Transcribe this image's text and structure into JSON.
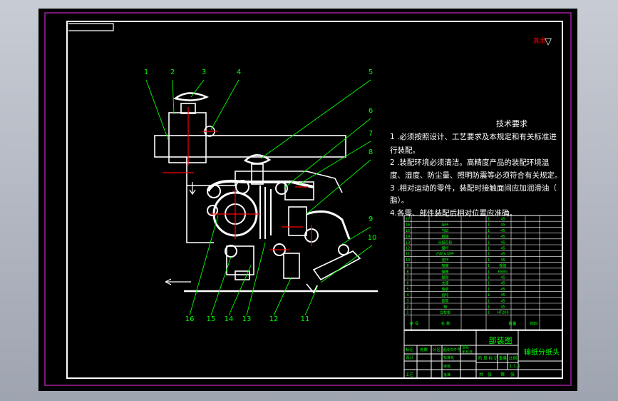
{
  "colors": {
    "background": "#000000",
    "frame": "#ffffff",
    "outer_border": "#a020a0",
    "leader": "#00ff00",
    "center_line": "#ff0000",
    "tech_text": "#ffffff",
    "title_text": "#00ff00",
    "table_text": "#00ff00"
  },
  "roughness": {
    "label": "其余",
    "symbol": "▽"
  },
  "callouts": [
    "1",
    "2",
    "3",
    "4",
    "5",
    "6",
    "7",
    "8",
    "9",
    "10",
    "11",
    "12",
    "13",
    "14",
    "15",
    "16"
  ],
  "tech_requirements": {
    "title": "技术要求",
    "lines": [
      "1 .必须按照设计、工艺要求及本规定和有关标准进",
      "行装配。",
      "2 .装配环境必须清洁。高精度产品的装配环境温",
      "度、湿度、防尘量、照明防震等必须符合有关规定。",
      "3 .相对运动的零件，装配时接触面间应加润滑油（",
      "脂）。",
      "4.各零、部件装配后相对位置应准确。"
    ]
  },
  "parts_rows": [
    {
      "name": "",
      "qty": "1",
      "mat": "45"
    },
    {
      "name": "压杆",
      "qty": "1",
      "mat": "45"
    },
    {
      "name": "气缸",
      "qty": "1",
      "mat": "45"
    },
    {
      "name": "销轴",
      "qty": "1",
      "mat": "45"
    },
    {
      "name": "分纸凸轮",
      "qty": "1",
      "mat": "45"
    },
    {
      "name": "摆杆",
      "qty": "1",
      "mat": "45"
    },
    {
      "name": "凸轮从动件",
      "qty": "1",
      "mat": "45"
    },
    {
      "name": "连杆",
      "qty": "1",
      "mat": "45"
    },
    {
      "name": "吸嘴",
      "qty": "1",
      "mat": "橡胶"
    },
    {
      "name": "弹簧",
      "qty": "1",
      "mat": "65Mn"
    },
    {
      "name": "摆臂",
      "qty": "1",
      "mat": "45"
    },
    {
      "name": "支座",
      "qty": "1",
      "mat": "45"
    },
    {
      "name": "轴承",
      "qty": "1",
      "mat": "45"
    },
    {
      "name": "齿轮",
      "qty": "1",
      "mat": "45"
    },
    {
      "name": "套筒",
      "qty": "1",
      "mat": "45"
    },
    {
      "name": "轴",
      "qty": "1",
      "mat": "45"
    },
    {
      "name": "立柱板",
      "qty": "1",
      "mat": "HT200"
    }
  ],
  "parts_header": {
    "seq": "序 号",
    "name": "名 称",
    "qty": "数量",
    "mat": "材料"
  },
  "title_block": {
    "drawing_name": "部装图",
    "part_name": "输纸分纸头",
    "scale": "1:1.5",
    "left_labels": [
      "标记",
      "处数",
      "分区",
      "更改文件号",
      "签名",
      "年月日",
      "设计",
      "标准化",
      "审核",
      "工艺",
      "批准"
    ],
    "mid_labels": [
      "阶 段 标 记",
      "重量",
      "比例"
    ],
    "bottom_labels": [
      "共",
      "张",
      "第",
      "张"
    ]
  }
}
